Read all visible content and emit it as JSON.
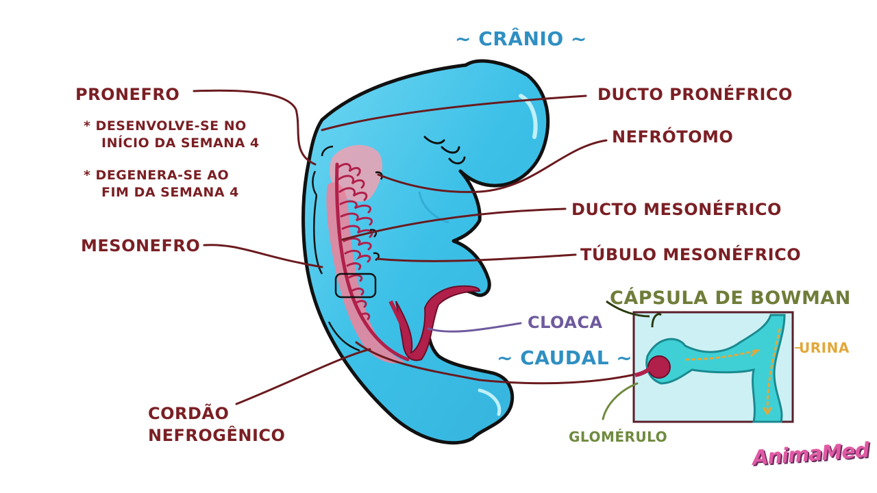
{
  "labels": {
    "cranio": "~ CRÂNIO ~",
    "caudal": "~ CAUDAL ~",
    "pronefro": "PRONEFRO",
    "note1_line1": "* DESENVOLVE-SE NO",
    "note1_line2": "INÍCIO DA SEMANA 4",
    "note2_line1": "* DEGENERA-SE AO",
    "note2_line2": "FIM DA SEMANA 4",
    "mesonefro": "MESONEFRO",
    "cordao_line1": "CORDÃO",
    "cordao_line2": "NEFROGÊNICO",
    "ducto_pronefrico": "DUCTO PRONÉFRICO",
    "nefrotomo": "NEFRÓTOMO",
    "ducto_mesonefrico": "DUCTO MESONÉFRICO",
    "tubulo_mesonefrico": "TÚBULO MESONÉFRICO",
    "cloaca": "CLOACA",
    "capsula_bowman": "CÁPSULA DE BOWMAN",
    "urina": "URINA",
    "glomerulo": "GLOMÉRULO"
  },
  "logo": "AnimaMed",
  "colors": {
    "embryo": "#3fc1e8",
    "outline": "#111111",
    "label_red": "#7a1f24",
    "tissue_pink": "#e8859c",
    "tubule_crimson": "#b0204a",
    "inset_bg": "#cdf0f5",
    "urine": "#e1a83b"
  }
}
